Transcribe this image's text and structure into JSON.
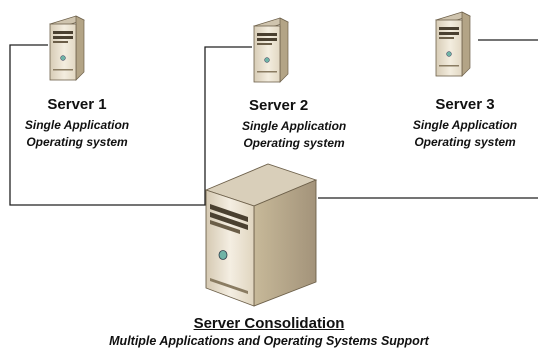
{
  "servers": [
    {
      "title": "Server 1",
      "line1": "Single Application",
      "line2": "Operating system"
    },
    {
      "title": "Server 2",
      "line1": "Single Application",
      "line2": "Operating system"
    },
    {
      "title": "Server 3",
      "line1": "Single Application",
      "line2": "Operating system"
    }
  ],
  "consolidation": {
    "title": "Server Consolidation",
    "subtitle": "Multiple Applications and Operating Systems Support"
  },
  "colors": {
    "line": "#222222",
    "case_light": "#efe7d6",
    "case_side": "#bdae90",
    "case_dark": "#7d6e55"
  }
}
